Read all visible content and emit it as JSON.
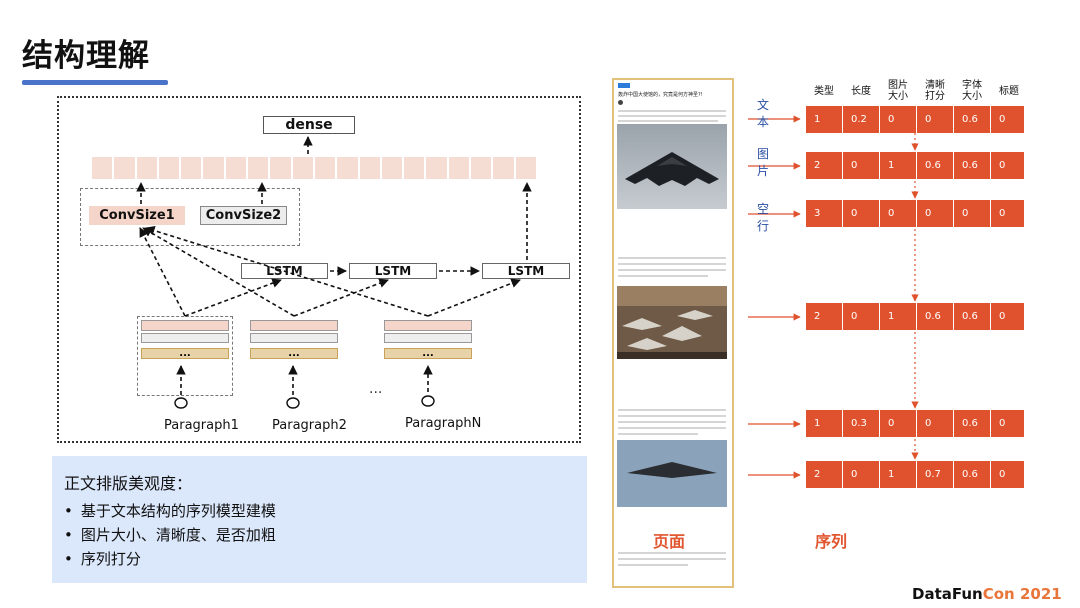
{
  "slide_title": "结构理解",
  "diagram": {
    "dense_label": "dense",
    "conv1_label": "ConvSize1",
    "conv2_label": "ConvSize2",
    "lstm_label": "LSTM",
    "ellipsis": "...",
    "paragraphs": [
      "Paragraph1",
      "Paragraph2",
      "ParagraphN"
    ]
  },
  "description": {
    "title": "正文排版美观度：",
    "bullets": [
      "基于文本结构的序列模型建模",
      "图片大小、清晰度、是否加粗",
      "序列打分"
    ]
  },
  "page_mock": {
    "article_title": "轰炸中国大使馆的，究竟是何方神圣?!"
  },
  "labels": {
    "page": "页面",
    "sequence": "序列"
  },
  "sequence_table": {
    "headers": [
      [
        "类型"
      ],
      [
        "长度"
      ],
      [
        "图片",
        "大小"
      ],
      [
        "清晰",
        "打分"
      ],
      [
        "字体",
        "大小"
      ],
      [
        "标题"
      ]
    ],
    "rows": [
      {
        "label": "文本",
        "values": [
          "1",
          "0.2",
          "0",
          "0",
          "0.6",
          "0"
        ]
      },
      {
        "label": "图片",
        "values": [
          "2",
          "0",
          "1",
          "0.6",
          "0.6",
          "0"
        ]
      },
      {
        "label": "空行",
        "values": [
          "3",
          "0",
          "0",
          "0",
          "0",
          "0"
        ]
      },
      {
        "label": "",
        "values": [
          "2",
          "0",
          "1",
          "0.6",
          "0.6",
          "0"
        ]
      },
      {
        "label": "",
        "values": [
          "1",
          "0.3",
          "0",
          "0",
          "0.6",
          "0"
        ]
      },
      {
        "label": "",
        "values": [
          "2",
          "0",
          "1",
          "0.7",
          "0.6",
          "0"
        ]
      }
    ]
  },
  "brand": {
    "main": "DataFun",
    "accent": "Con 2021"
  },
  "colors": {
    "accent_red": "#e0522e",
    "title_blue": "#4a74c9",
    "desc_bg": "#dbe7fb",
    "label_blue": "#2a4fa3"
  }
}
